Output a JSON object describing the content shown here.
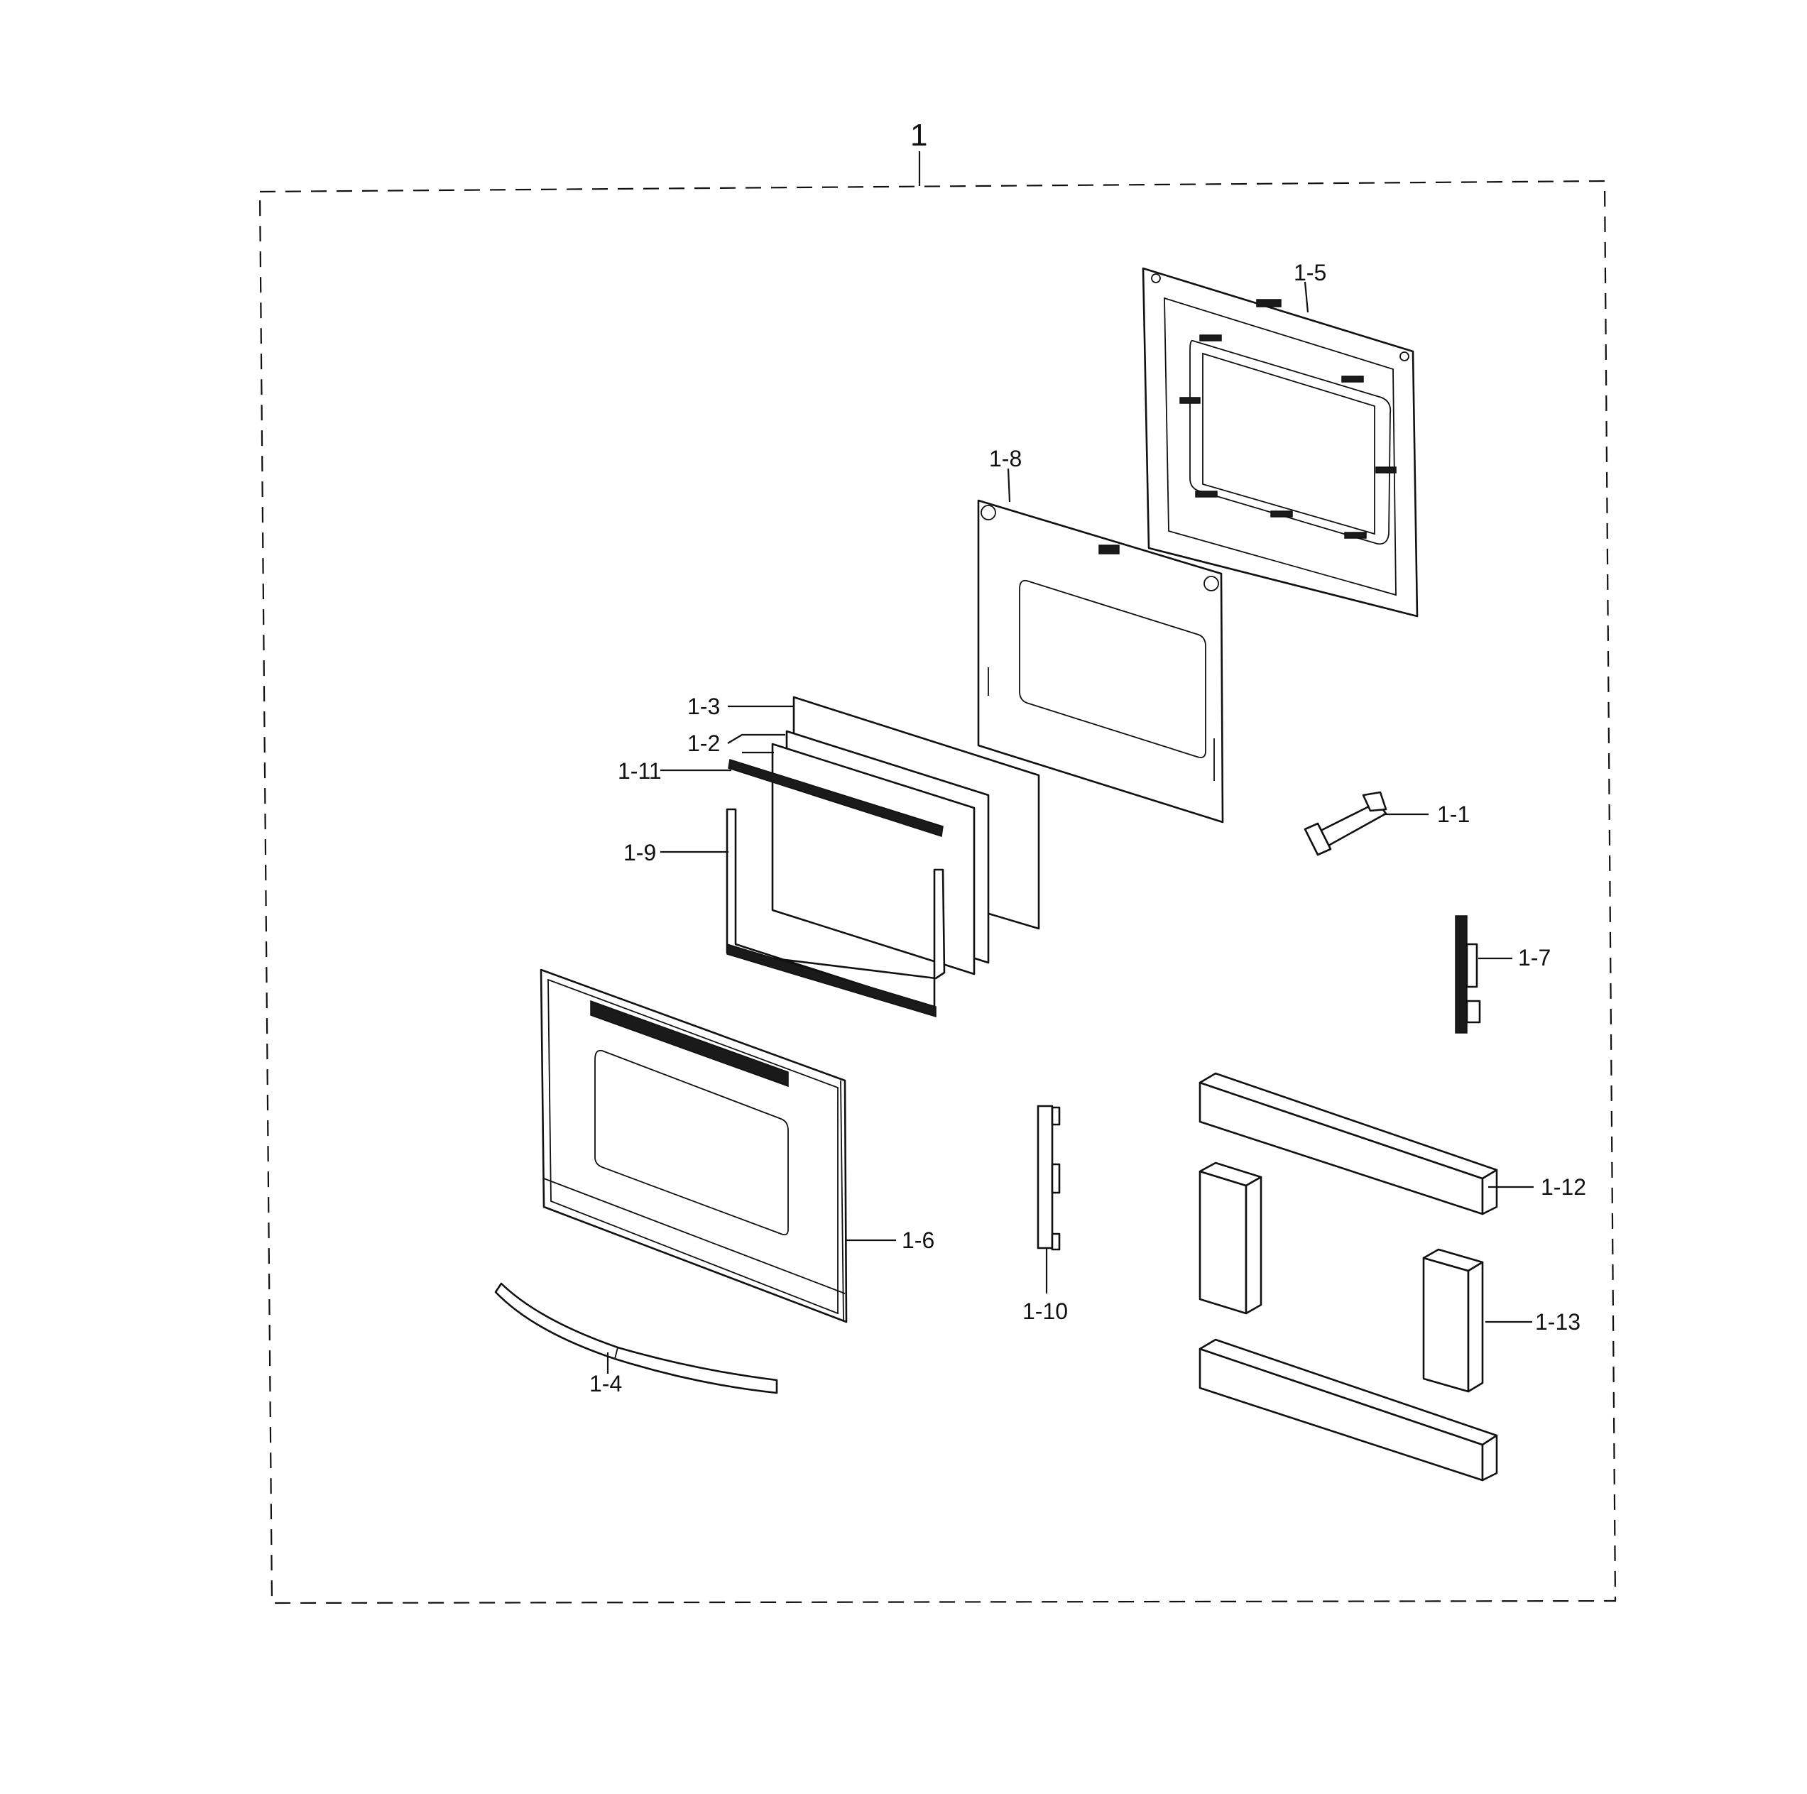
{
  "diagram": {
    "assembly_label": "1",
    "parts": [
      {
        "id": "1-1",
        "label": "1-1"
      },
      {
        "id": "1-2",
        "label": "1-2"
      },
      {
        "id": "1-3",
        "label": "1-3"
      },
      {
        "id": "1-4",
        "label": "1-4"
      },
      {
        "id": "1-5",
        "label": "1-5"
      },
      {
        "id": "1-6",
        "label": "1-6"
      },
      {
        "id": "1-7",
        "label": "1-7"
      },
      {
        "id": "1-8",
        "label": "1-8"
      },
      {
        "id": "1-9",
        "label": "1-9"
      },
      {
        "id": "1-10",
        "label": "1-10"
      },
      {
        "id": "1-11",
        "label": "1-11"
      },
      {
        "id": "1-12",
        "label": "1-12"
      },
      {
        "id": "1-13",
        "label": "1-13"
      }
    ]
  }
}
